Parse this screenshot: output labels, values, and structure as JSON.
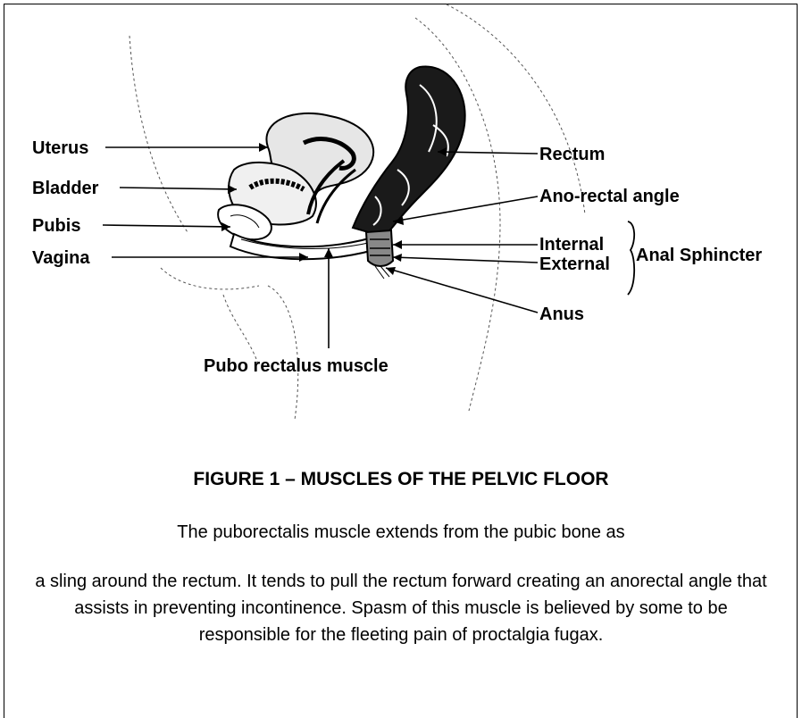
{
  "labels": {
    "uterus": "Uterus",
    "bladder": "Bladder",
    "pubis": "Pubis",
    "vagina": "Vagina",
    "rectum": "Rectum",
    "ano_rectal_angle": "Ano-rectal angle",
    "internal": "Internal",
    "external": "External",
    "anal_sphincter": "Anal Sphincter",
    "anus": "Anus",
    "pubo_rectalus": "Pubo rectalus muscle"
  },
  "caption": {
    "title": "FIGURE 1 – MUSCLES OF THE PELVIC FLOOR",
    "lead": "The puborectalis muscle extends from the pubic bone as",
    "body": "a sling around the rectum. It tends to pull the rectum forward creating an anorectal angle that assists in preventing incontinence. Spasm of this muscle is believed by some to be responsible for the fleeting pain of proctalgia fugax."
  }
}
